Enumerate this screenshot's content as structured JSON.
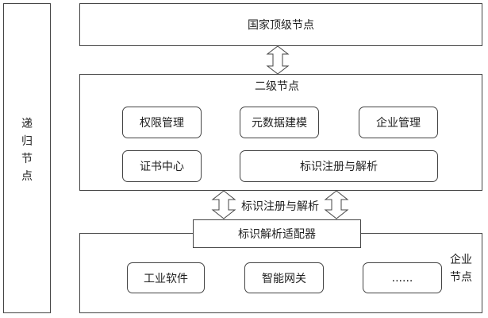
{
  "recursive_node": {
    "label": "递\n归\n节\n点"
  },
  "national_node": {
    "label": "国家顶级节点"
  },
  "secondary_node": {
    "title": "二级节点",
    "modules": {
      "permission": "权限管理",
      "metadata": "元数据建模",
      "enterprise_mgmt": "企业管理",
      "cert_center": "证书中心",
      "reg_resolve": "标识注册与解析"
    }
  },
  "link_label": "标识注册与解析",
  "adapter": {
    "label": "标识解析适配器"
  },
  "enterprise_node": {
    "title": "企业\n节点",
    "items": {
      "industrial_software": "工业软件",
      "smart_gateway": "智能网关",
      "more": "......"
    }
  }
}
